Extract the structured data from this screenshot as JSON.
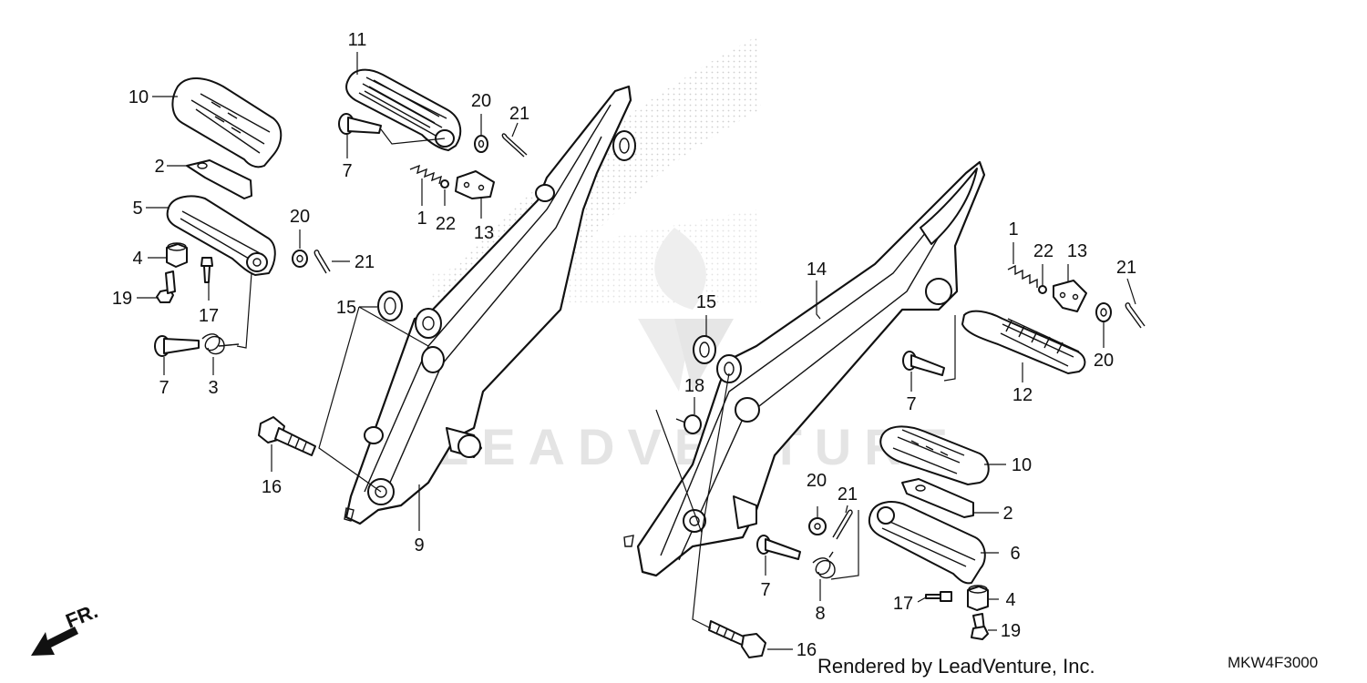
{
  "callouts": [
    {
      "id": "c11a",
      "text": "11"
    },
    {
      "id": "c10a",
      "text": "10"
    },
    {
      "id": "c2a",
      "text": "2"
    },
    {
      "id": "c5",
      "text": "5"
    },
    {
      "id": "c4a",
      "text": "4"
    },
    {
      "id": "c19a",
      "text": "19"
    },
    {
      "id": "c17a",
      "text": "17"
    },
    {
      "id": "c7a",
      "text": "7"
    },
    {
      "id": "c3",
      "text": "3"
    },
    {
      "id": "c7b",
      "text": "7"
    },
    {
      "id": "c20a",
      "text": "20"
    },
    {
      "id": "c21a",
      "text": "21"
    },
    {
      "id": "c1a",
      "text": "1"
    },
    {
      "id": "c22a",
      "text": "22"
    },
    {
      "id": "c13a",
      "text": "13"
    },
    {
      "id": "c20b",
      "text": "20"
    },
    {
      "id": "c21b",
      "text": "21"
    },
    {
      "id": "c15a",
      "text": "15"
    },
    {
      "id": "c16a",
      "text": "16"
    },
    {
      "id": "c9",
      "text": "9"
    },
    {
      "id": "c14",
      "text": "14"
    },
    {
      "id": "c15b",
      "text": "15"
    },
    {
      "id": "c18",
      "text": "18"
    },
    {
      "id": "c7c",
      "text": "7"
    },
    {
      "id": "c1b",
      "text": "1"
    },
    {
      "id": "c22b",
      "text": "22"
    },
    {
      "id": "c13b",
      "text": "13"
    },
    {
      "id": "c21c",
      "text": "21"
    },
    {
      "id": "c20c",
      "text": "20"
    },
    {
      "id": "c12",
      "text": "12"
    },
    {
      "id": "c10b",
      "text": "10"
    },
    {
      "id": "c2b",
      "text": "2"
    },
    {
      "id": "c20d",
      "text": "20"
    },
    {
      "id": "c21d",
      "text": "21"
    },
    {
      "id": "c6",
      "text": "6"
    },
    {
      "id": "c7d",
      "text": "7"
    },
    {
      "id": "c8",
      "text": "8"
    },
    {
      "id": "c17b",
      "text": "17"
    },
    {
      "id": "c4b",
      "text": "4"
    },
    {
      "id": "c19b",
      "text": "19"
    },
    {
      "id": "c16b",
      "text": "16"
    }
  ],
  "front_indicator": "FR.",
  "watermark": "LEADVENTURE",
  "credit": "Rendered by LeadVenture, Inc.",
  "diagram_code": "MKW4F3000"
}
